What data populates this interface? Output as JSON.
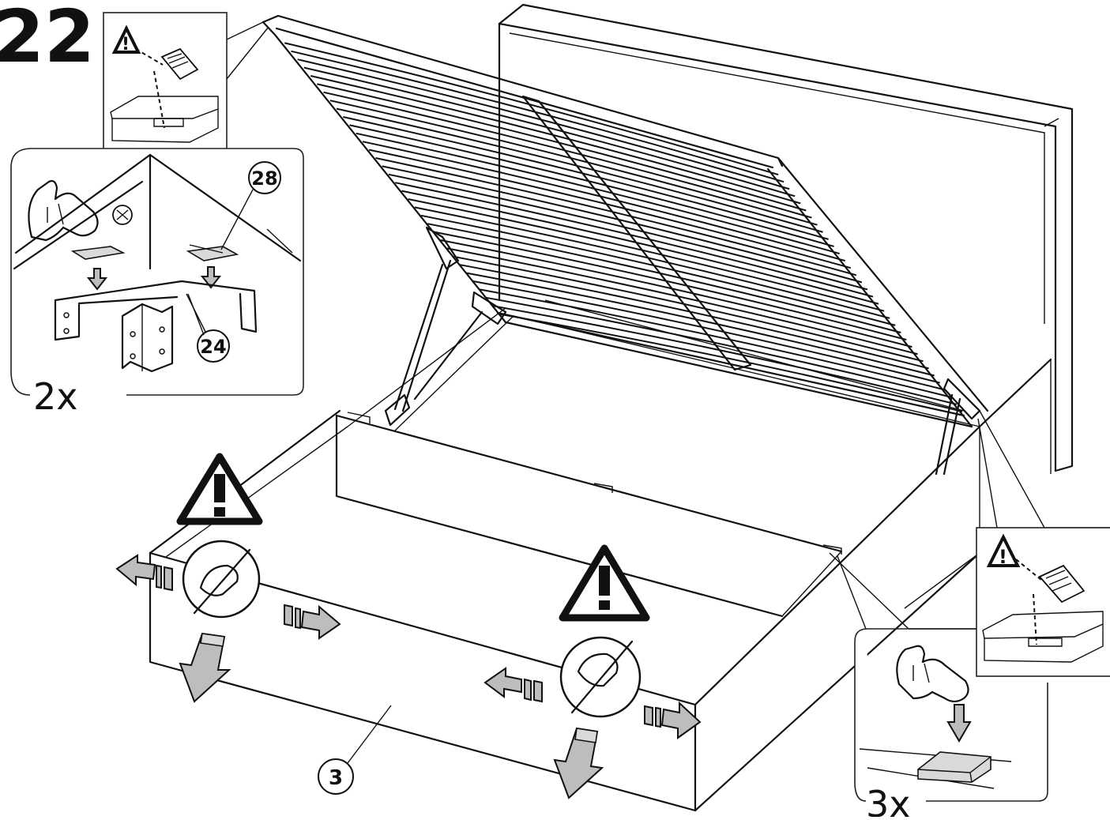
{
  "step_number": "22",
  "callouts": {
    "hinge_part": "28",
    "bracket_part": "24",
    "panel_part": "3"
  },
  "quantities": {
    "hinge_detail": "2x",
    "pad_detail": "3x"
  },
  "icons": [
    "warning-icon",
    "manual-book-icon",
    "hand-icon",
    "arrow-icon",
    "no-touch-icon"
  ]
}
